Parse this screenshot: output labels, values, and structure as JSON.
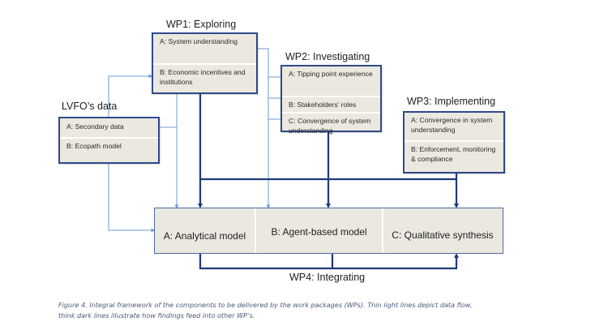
{
  "colors": {
    "dark_line": "#1f3a7a",
    "light_line": "#6f9bd6",
    "box_fill": "#eae8df",
    "box_border": "#2f4a8a"
  },
  "wp1": {
    "title": "WP1: Exploring",
    "items": [
      "A: System understanding",
      "B: Economic incentives and institutions"
    ]
  },
  "wp2": {
    "title": "WP2: Investigating",
    "items": [
      "A: Tipping point experience",
      "B: Stakeholders’ roles",
      "C: Convergence of system understanding"
    ]
  },
  "wp3": {
    "title": "WP3: Implementing",
    "items": [
      "A: Convergence in system understanding",
      "B: Enforcement, monitoring & compliance"
    ]
  },
  "lvfo": {
    "title": "LVFO’s data",
    "items": [
      "A: Secondary data",
      "B: Ecopath model"
    ]
  },
  "outputs": {
    "items": [
      "A: Analytical model",
      "B: Agent-based model",
      "C: Qualitative synthesis"
    ]
  },
  "wp4": {
    "title": "WP4: Integrating"
  },
  "caption": {
    "line1": "Figure 4. Integral framework of the components to be delivered by the work packages (WPs).  Thin light lines depict data flow,",
    "line2": "think dark lines illustrate how findings feed into other WP’s."
  }
}
